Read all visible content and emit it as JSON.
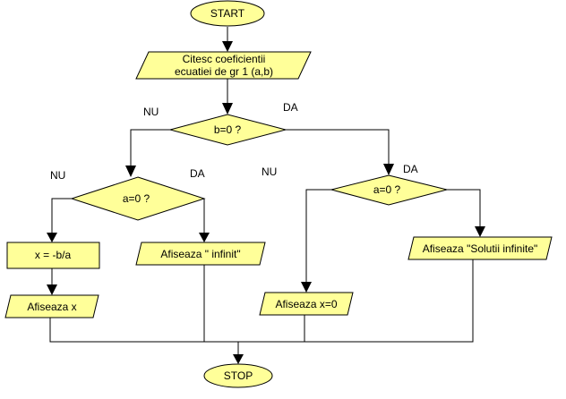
{
  "flowchart": {
    "colors": {
      "fill": "#ffff99",
      "stroke": "#000000"
    },
    "start": "START",
    "input": {
      "line1": "Citesc coeficientii",
      "line2": "ecuatiei de gr 1 (a,b)"
    },
    "decision_b": "b=0 ?",
    "decision_a_left": "a=0 ?",
    "decision_a_right": "a=0 ?",
    "assign_x": "x = -b/a",
    "print_infinit": "Afiseaza \" infinit\"",
    "print_x": "Afiseaza x",
    "print_x0": "Afiseaza x=0",
    "print_solutii": "Afiseaza \"Solutii infinite\"",
    "stop": "STOP",
    "labels": {
      "b_no": "NU",
      "b_yes": "DA",
      "a_left_no": "NU",
      "a_left_yes": "DA",
      "a_right_no": "NU",
      "a_right_yes": "DA"
    }
  }
}
